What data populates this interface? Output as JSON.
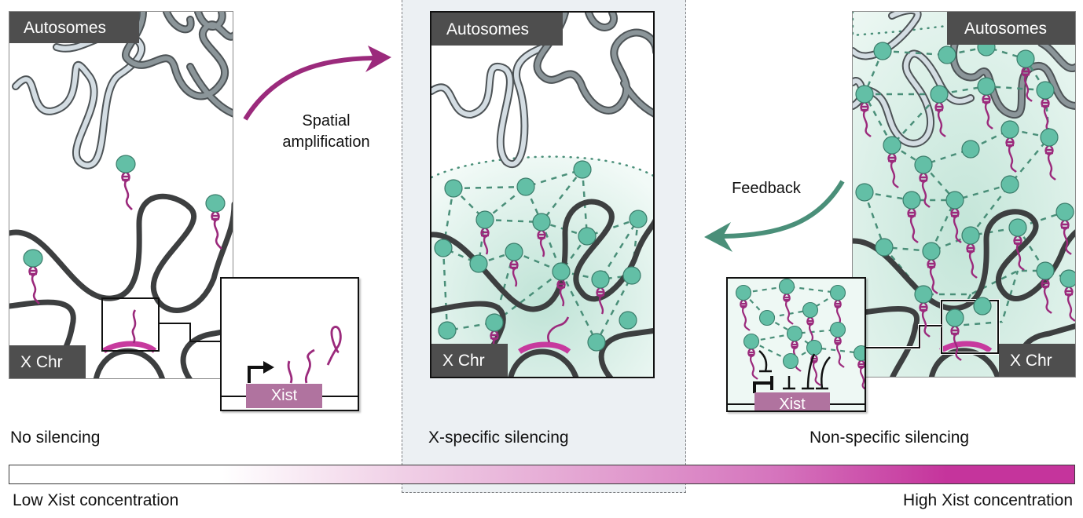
{
  "panels": {
    "left": {
      "autosomes_label": "Autosomes",
      "xchr_label": "X Chr",
      "caption": "No silencing",
      "inset_gene_label": "Xist"
    },
    "middle": {
      "autosomes_label": "Autosomes",
      "xchr_label": "X Chr",
      "caption": "X-specific silencing"
    },
    "right": {
      "autosomes_label": "Autosomes",
      "xchr_label": "X Chr",
      "caption": "Non-specific silencing",
      "inset_gene_label": "Xist"
    }
  },
  "arrows": {
    "spatial": {
      "label_line1": "Spatial",
      "label_line2": "amplification",
      "color": "#9b2a7c"
    },
    "feedback": {
      "label": "Feedback",
      "color": "#4a8f79"
    }
  },
  "concentration_bar": {
    "low_label": "Low Xist concentration",
    "high_label": "High Xist concentration",
    "low_color": "#ffffff",
    "high_color": "#c5349c"
  },
  "colors": {
    "protein": "#63bfa6",
    "rna": "#9b2a7c",
    "xist_locus": "#c73a9e",
    "x_chromosome": "#3d3f40",
    "autosome_light": "#d4dde3",
    "autosome_dark": "#8b9599",
    "tag_bg": "#4e4e4e",
    "cloud": "#cfe9e0"
  }
}
